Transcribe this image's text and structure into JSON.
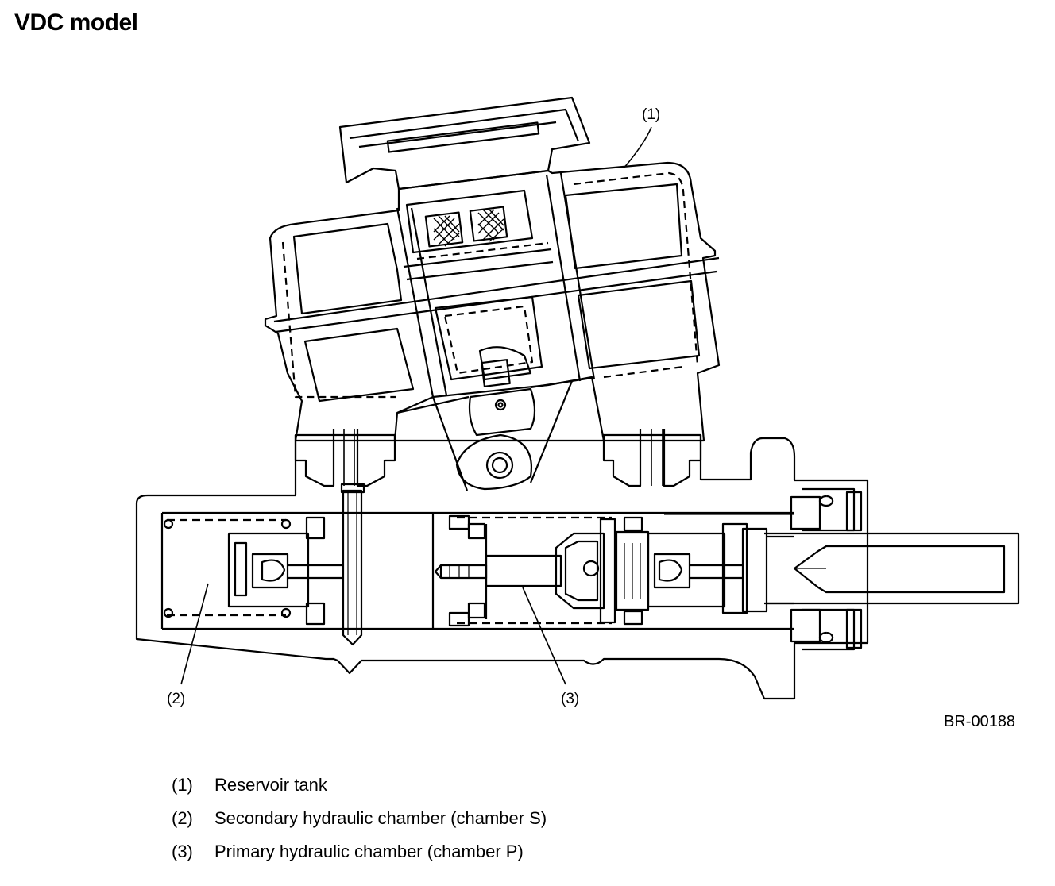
{
  "title": "VDC model",
  "figure_id": "BR-00188",
  "callouts": [
    {
      "num": "(1)"
    },
    {
      "num": "(2)"
    },
    {
      "num": "(3)"
    }
  ],
  "legend": [
    {
      "num": "(1)",
      "label": "Reservoir tank"
    },
    {
      "num": "(2)",
      "label": "Secondary hydraulic chamber (chamber S)"
    },
    {
      "num": "(3)",
      "label": "Primary hydraulic chamber (chamber P)"
    }
  ]
}
